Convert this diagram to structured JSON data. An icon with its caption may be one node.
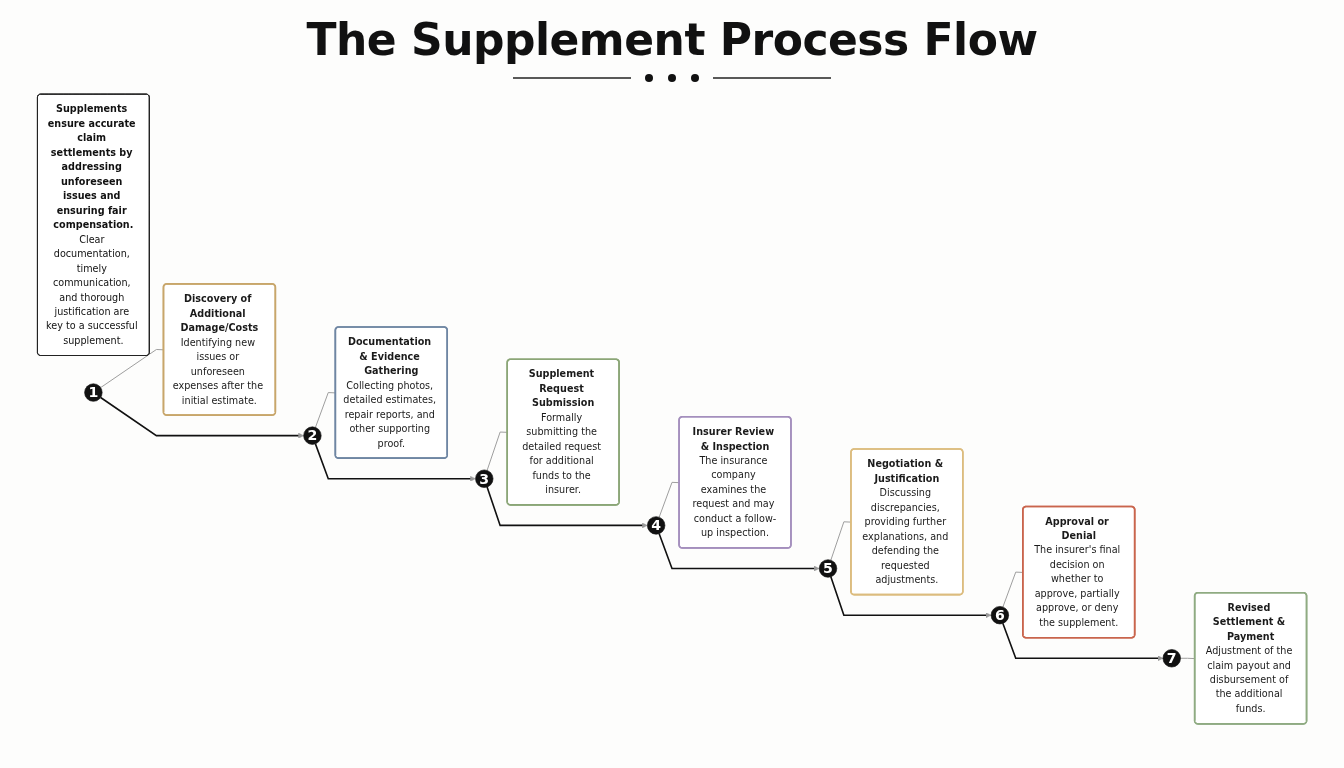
{
  "diagram": {
    "title": "The Supplement Process Flow",
    "nodes": [
      {
        "text": [
          "1"
        ]
      },
      {
        "text": [
          "2"
        ]
      },
      {
        "text": [
          "3"
        ]
      },
      {
        "text": [
          "4"
        ]
      },
      {
        "text": [
          "5"
        ]
      },
      {
        "text": [
          "6"
        ]
      },
      {
        "text": [
          "7"
        ]
      },
      {
        "text": [
          "Discovery of Additional Damage/Costs",
          "Identifying new issues or unforeseen expenses after the initial estimate."
        ]
      },
      {
        "text": [
          "Documentation & Evidence Gathering",
          "Collecting photos, detailed estimates, repair reports, and other supporting proof."
        ]
      },
      {
        "text": [
          "Supplement Request Submission",
          "Formally submitting the detailed request for additional funds to the insurer."
        ]
      },
      {
        "text": [
          "Insurer Review & Inspection",
          "The insurance company examines the request and may conduct a follow-up inspection."
        ]
      },
      {
        "text": [
          "Negotiation & Justification",
          "Discussing discrepancies, providing further explanations, and defending the requested adjustments."
        ]
      },
      {
        "text": [
          "Approval or Denial",
          "The insurer's final decision on whether to approve, partially approve, or deny the supplement."
        ]
      },
      {
        "text": [
          "Revised Settlement & Payment",
          "Adjustment of the claim payout and disbursement of the additional funds."
        ]
      },
      {
        "text": [
          "Supplements ensure accurate claim settlements by addressing unforeseen issues and ensuring fair compensation.",
          "Clear documentation, timely communication, and thorough justification are key to a successful supplement."
        ]
      }
    ],
    "edges": [
      {
        "from": 0,
        "to": 1,
        "arrow": "to",
        "color": "#111111"
      },
      {
        "from": 1,
        "to": 2,
        "arrow": "to",
        "color": "#111111"
      },
      {
        "from": 2,
        "to": 3,
        "arrow": "to",
        "color": "#111111"
      },
      {
        "from": 3,
        "to": 4,
        "arrow": "to",
        "color": "#111111"
      },
      {
        "from": 4,
        "to": 5,
        "arrow": "to",
        "color": "#111111"
      },
      {
        "from": 5,
        "to": 6,
        "arrow": "to",
        "color": "#111111"
      },
      {
        "from": 0,
        "to": 7,
        "arrow": "none"
      },
      {
        "from": 1,
        "to": 8,
        "arrow": "none"
      },
      {
        "from": 2,
        "to": 9,
        "arrow": "none"
      },
      {
        "from": 3,
        "to": 10,
        "arrow": "none"
      },
      {
        "from": 4,
        "to": 11,
        "arrow": "none"
      },
      {
        "from": 5,
        "to": 12,
        "arrow": "none"
      },
      {
        "from": 6,
        "to": 13,
        "arrow": "none"
      }
    ]
  }
}
